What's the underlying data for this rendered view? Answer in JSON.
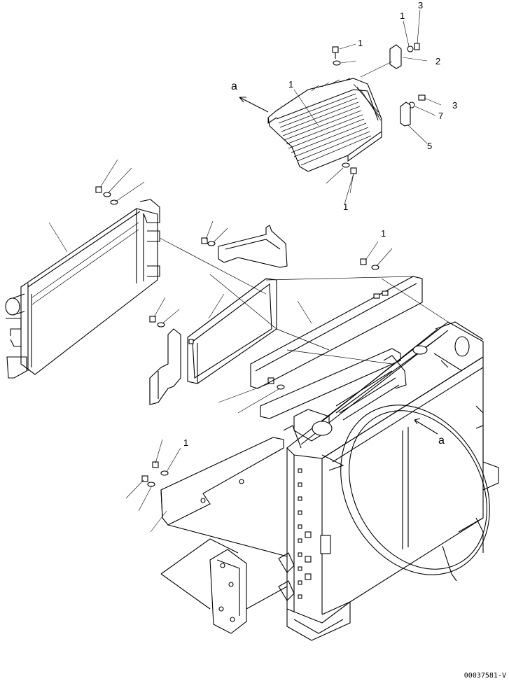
{
  "diagram": {
    "callouts": {
      "guard_bolt_top": "1",
      "guard_cap_screw": "3",
      "guard_washer": "1",
      "guard_bracket": "2",
      "guard_bolt_right": "3",
      "guard_nut": "7",
      "guard_clip": "5",
      "guard_screen": "1",
      "guard_bottom_bolt": "1",
      "bracket_bolt": "1",
      "view_arrow_top": "a",
      "view_arrow_right": "a"
    },
    "drawing_code": "00037581-V"
  }
}
